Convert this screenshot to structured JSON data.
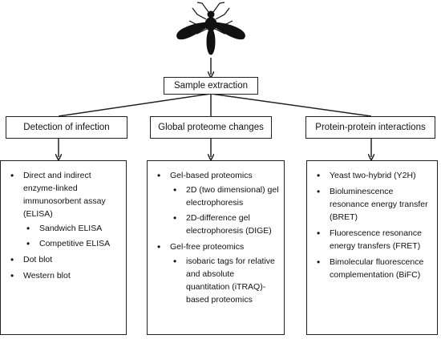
{
  "root": {
    "label": "Sample extraction"
  },
  "branches": [
    {
      "label": "Detection of infection",
      "items": [
        {
          "text": "Direct and indirect enzyme-linked immunosorbent assay (ELISA)",
          "subitems": [
            "Sandwich ELISA",
            "Competitive ELISA"
          ]
        },
        {
          "text": "Dot blot",
          "subitems": []
        },
        {
          "text": "Western blot",
          "subitems": []
        }
      ]
    },
    {
      "label": "Global proteome changes",
      "items": [
        {
          "text": "Gel-based proteomics",
          "subitems": [
            "2D (two dimensional) gel electrophoresis",
            "2D-difference gel electrophoresis (DIGE)"
          ]
        },
        {
          "text": "Gel-free proteomics",
          "subitems": [
            "isobaric tags for relative and absolute quantitation (iTRAQ)-based proteomics"
          ]
        }
      ]
    },
    {
      "label": "Protein-protein interactions",
      "items": [
        {
          "text": "Yeast two-hybrid (Y2H)",
          "subitems": []
        },
        {
          "text": "Bioluminescence resonance energy transfer (BRET)",
          "subitems": []
        },
        {
          "text": "Fluorescence resonance energy transfers (FRET)",
          "subitems": []
        },
        {
          "text": "Bimolecular fluorescence complementation (BiFC)",
          "subitems": []
        }
      ]
    }
  ]
}
